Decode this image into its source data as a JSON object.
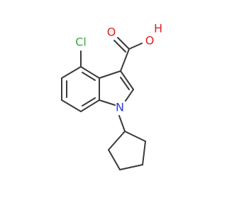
{
  "molecule": {
    "atoms": [
      {
        "label": "Cl",
        "color": "#3aa64a"
      },
      {
        "label": "O",
        "color": "#e02020"
      },
      {
        "label": "O",
        "color": "#e02020"
      },
      {
        "label": "H",
        "color": "#e02020"
      },
      {
        "label": "N",
        "color": "#2a3bd6"
      }
    ]
  }
}
